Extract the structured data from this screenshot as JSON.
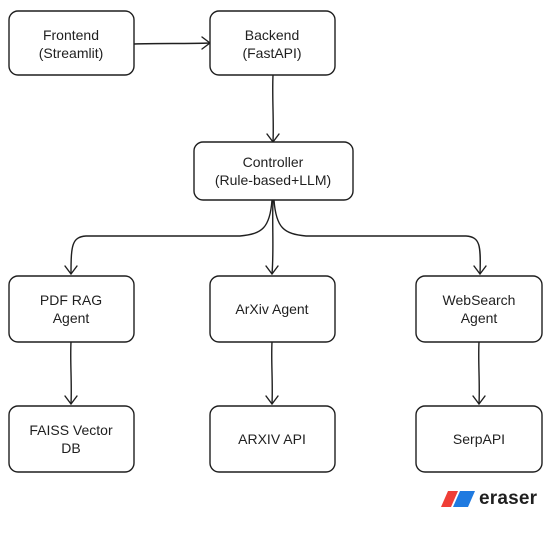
{
  "nodes": {
    "frontend": {
      "lines": [
        "Frontend",
        "(Streamlit)"
      ]
    },
    "backend": {
      "lines": [
        "Backend",
        "(FastAPI)"
      ]
    },
    "controller": {
      "lines": [
        "Controller",
        "(Rule-based+LLM)"
      ]
    },
    "pdf_rag_agent": {
      "lines": [
        "PDF RAG",
        "Agent"
      ]
    },
    "arxiv_agent": {
      "lines": [
        "ArXiv Agent"
      ]
    },
    "websearch_agent": {
      "lines": [
        "WebSearch",
        "Agent"
      ]
    },
    "faiss_vector_db": {
      "lines": [
        "FAISS Vector",
        "DB"
      ]
    },
    "arxiv_api": {
      "lines": [
        "ARXIV API"
      ]
    },
    "serpapi": {
      "lines": [
        "SerpAPI"
      ]
    }
  },
  "edges": [
    {
      "from": "frontend",
      "to": "backend"
    },
    {
      "from": "backend",
      "to": "controller"
    },
    {
      "from": "controller",
      "to": "pdf_rag_agent"
    },
    {
      "from": "controller",
      "to": "arxiv_agent"
    },
    {
      "from": "controller",
      "to": "websearch_agent"
    },
    {
      "from": "pdf_rag_agent",
      "to": "faiss_vector_db"
    },
    {
      "from": "arxiv_agent",
      "to": "arxiv_api"
    },
    {
      "from": "websearch_agent",
      "to": "serpapi"
    }
  ],
  "brand": {
    "name": "eraser",
    "colors": {
      "red": "#ef3e36",
      "blue": "#1f7ae0"
    }
  }
}
